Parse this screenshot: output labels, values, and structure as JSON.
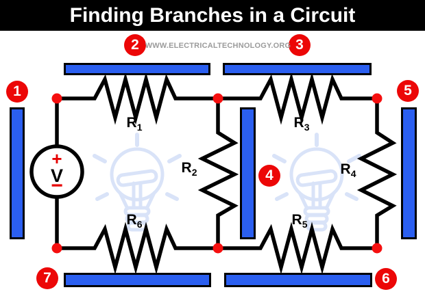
{
  "title": "Finding Branches in a Circuit",
  "watermark": "WWW.ELECTRICALTECHNOLOGY.ORG",
  "colors": {
    "title_bg": "#000000",
    "title_text": "#ffffff",
    "bar_blue": "#2b5ff0",
    "marker_red": "#ec0707",
    "node_red": "#f50f0f",
    "wire_black": "#000000",
    "source_sign_red": "#e60000",
    "bulb_watermark_blue": "#d9e3f8",
    "watermark_gray": "#9b9b9b"
  },
  "markers": [
    {
      "number": "1"
    },
    {
      "number": "2"
    },
    {
      "number": "3"
    },
    {
      "number": "4"
    },
    {
      "number": "5"
    },
    {
      "number": "6"
    },
    {
      "number": "7"
    }
  ],
  "source": {
    "plus": "+",
    "label": "V",
    "minus": "−"
  },
  "resistors": [
    {
      "name": "R1",
      "main": "R",
      "sub": "1"
    },
    {
      "name": "R2",
      "main": "R",
      "sub": "2"
    },
    {
      "name": "R3",
      "main": "R",
      "sub": "3"
    },
    {
      "name": "R4",
      "main": "R",
      "sub": "4"
    },
    {
      "name": "R5",
      "main": "R",
      "sub": "5"
    },
    {
      "name": "R6",
      "main": "R",
      "sub": "6"
    }
  ]
}
